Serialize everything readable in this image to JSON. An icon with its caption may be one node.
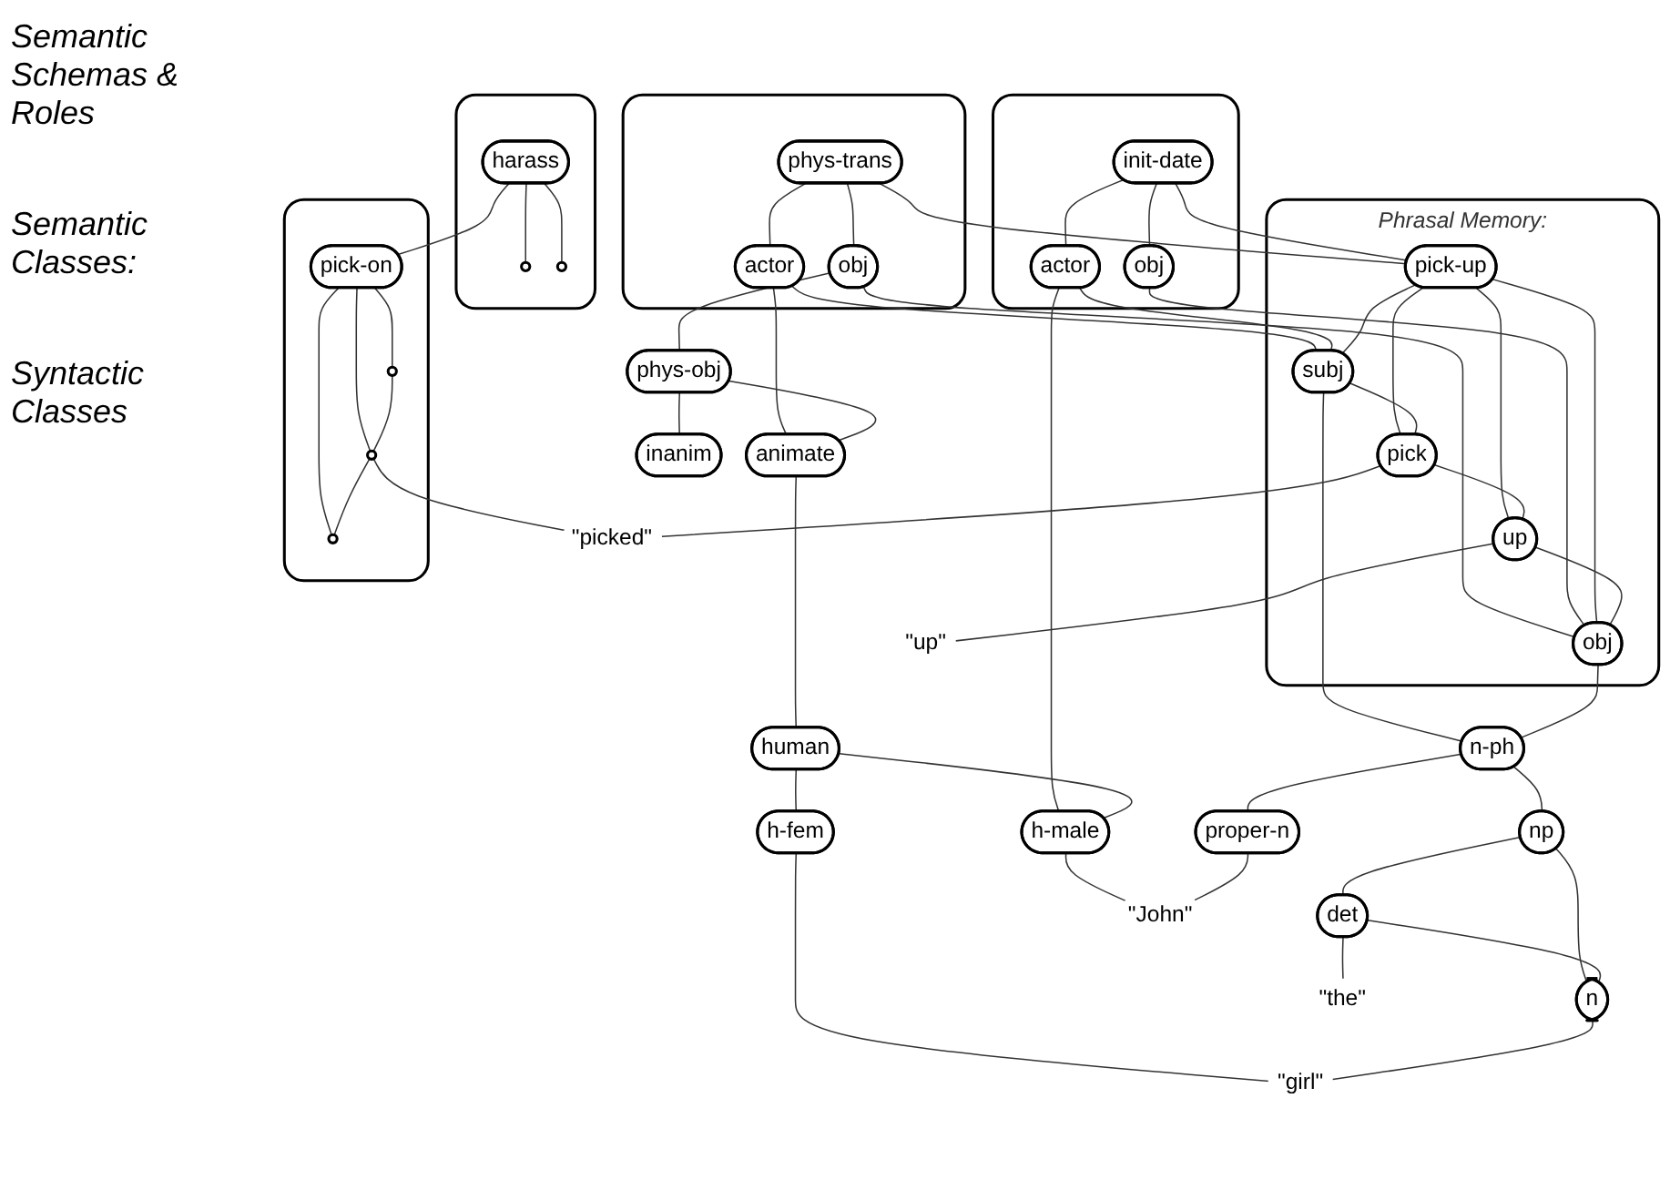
{
  "diagram": {
    "nodes": [
      {
        "text": [],
        "shape": "box"
      },
      {
        "text": [
          "phys-trans"
        ],
        "in": 0
      },
      {
        "text": [
          "actor"
        ],
        "in": 0
      },
      {
        "text": [
          "obj"
        ],
        "in": 0
      },
      {
        "text": [],
        "shape": "box"
      },
      {
        "text": [
          "init-date"
        ],
        "in": 4
      },
      {
        "text": [
          "actor"
        ],
        "in": 4
      },
      {
        "text": [
          "obj"
        ],
        "in": 4
      },
      {
        "text": [],
        "shape": "box"
      },
      {
        "text": [
          "harass"
        ],
        "in": 8
      },
      {
        "text": [],
        "shape": "circle",
        "in": 8
      },
      {
        "text": [],
        "shape": "circle",
        "in": 8
      },
      {
        "text": [
          "phys-obj"
        ]
      },
      {
        "text": [
          "animate"
        ]
      },
      {
        "text": [
          "inanim"
        ]
      },
      {
        "text": [
          "human"
        ]
      },
      {
        "text": [
          "h-fem"
        ]
      },
      {
        "text": [
          "h-male"
        ]
      },
      {
        "text": [
          "Phrasal Memory:"
        ]
      },
      {
        "text": [
          "pick-up"
        ],
        "in": 18
      },
      {
        "text": [
          "subj"
        ],
        "in": 18
      },
      {
        "text": [
          "pick"
        ],
        "in": 18
      },
      {
        "text": [
          "up"
        ],
        "in": 18
      },
      {
        "text": [
          "obj"
        ],
        "in": 18
      },
      {
        "text": [],
        "shape": "box"
      },
      {
        "text": [
          "pick-on"
        ],
        "in": 24
      },
      {
        "text": [],
        "shape": "circle",
        "in": 24
      },
      {
        "text": [],
        "shape": "circle",
        "in": 24
      },
      {
        "text": [],
        "shape": "circle",
        "in": 24
      },
      {
        "text": [
          "n-ph"
        ]
      },
      {
        "text": [
          "proper-n"
        ]
      },
      {
        "text": [
          "np"
        ]
      },
      {
        "text": [
          "det"
        ]
      },
      {
        "text": [
          "n"
        ]
      },
      {
        "text": [
          "\"John\""
        ]
      },
      {
        "text": [
          "\"picked\""
        ]
      },
      {
        "text": [
          "\"up\""
        ]
      },
      {
        "text": [
          "\"the\""
        ]
      },
      {
        "text": [
          "\"girl\""
        ]
      }
    ],
    "edges": [
      {
        "from": 1,
        "to": 2,
        "arrow": "none"
      },
      {
        "from": 1,
        "to": 3,
        "arrow": "none"
      },
      {
        "from": 1,
        "to": 19,
        "arrow": "none"
      },
      {
        "from": 2,
        "to": 13,
        "arrow": "none"
      },
      {
        "from": 2,
        "to": 20,
        "arrow": "none"
      },
      {
        "from": 3,
        "to": 12,
        "arrow": "none"
      },
      {
        "from": 3,
        "to": 23,
        "arrow": "none"
      },
      {
        "from": 5,
        "to": 6,
        "arrow": "none"
      },
      {
        "from": 5,
        "to": 7,
        "arrow": "none"
      },
      {
        "from": 5,
        "to": 19,
        "arrow": "none"
      },
      {
        "from": 6,
        "to": 20,
        "arrow": "none"
      },
      {
        "from": 6,
        "to": 17,
        "arrow": "none"
      },
      {
        "from": 7,
        "to": 23,
        "arrow": "none"
      },
      {
        "from": 9,
        "to": 10,
        "arrow": "none"
      },
      {
        "from": 9,
        "to": 11,
        "arrow": "none"
      },
      {
        "from": 9,
        "to": 25,
        "arrow": "none"
      },
      {
        "from": 12,
        "to": 14,
        "arrow": "none"
      },
      {
        "from": 12,
        "to": 13,
        "arrow": "none"
      },
      {
        "from": 13,
        "to": 15,
        "arrow": "none"
      },
      {
        "from": 15,
        "to": 16,
        "arrow": "none"
      },
      {
        "from": 15,
        "to": 17,
        "arrow": "none"
      },
      {
        "from": 16,
        "to": 38,
        "arrow": "none"
      },
      {
        "from": 17,
        "to": 34,
        "arrow": "none"
      },
      {
        "from": 19,
        "to": 20,
        "arrow": "none"
      },
      {
        "from": 19,
        "to": 21,
        "arrow": "none"
      },
      {
        "from": 19,
        "to": 22,
        "arrow": "none"
      },
      {
        "from": 19,
        "to": 23,
        "arrow": "none"
      },
      {
        "from": 20,
        "to": 21,
        "arrow": "none"
      },
      {
        "from": 21,
        "to": 22,
        "arrow": "none"
      },
      {
        "from": 22,
        "to": 23,
        "arrow": "none"
      },
      {
        "from": 20,
        "to": 29,
        "arrow": "none"
      },
      {
        "from": 23,
        "to": 29,
        "arrow": "none"
      },
      {
        "from": 21,
        "to": 35,
        "arrow": "none"
      },
      {
        "from": 22,
        "to": 36,
        "arrow": "none"
      },
      {
        "from": 25,
        "to": 26,
        "arrow": "none"
      },
      {
        "from": 25,
        "to": 27,
        "arrow": "none"
      },
      {
        "from": 25,
        "to": 28,
        "arrow": "none"
      },
      {
        "from": 26,
        "to": 27,
        "arrow": "none"
      },
      {
        "from": 27,
        "to": 28,
        "arrow": "none"
      },
      {
        "from": 27,
        "to": 35,
        "arrow": "none"
      },
      {
        "from": 29,
        "to": 30,
        "arrow": "none"
      },
      {
        "from": 29,
        "to": 31,
        "arrow": "none"
      },
      {
        "from": 30,
        "to": 34,
        "arrow": "none"
      },
      {
        "from": 31,
        "to": 32,
        "arrow": "none"
      },
      {
        "from": 31,
        "to": 33,
        "arrow": "none"
      },
      {
        "from": 32,
        "to": 33,
        "arrow": "none"
      },
      {
        "from": 32,
        "to": 37,
        "arrow": "none"
      },
      {
        "from": 33,
        "to": 38,
        "arrow": "none"
      }
    ],
    "labels": [
      "Semantic Schemas & Roles",
      "Semantic Classes:",
      "Syntactic Classes"
    ]
  }
}
